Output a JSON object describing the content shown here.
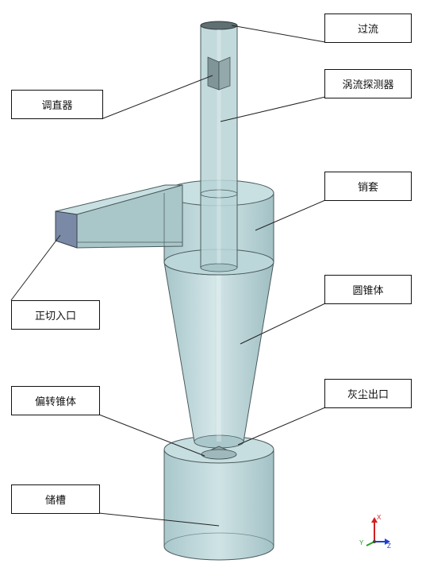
{
  "labels": {
    "guoliu": "过流",
    "tiaozhiqi": "调直器",
    "woliu": "涡流探测器",
    "xiaotao": "销套",
    "zhengqie": "正切入口",
    "yuanzhui": "圆锥体",
    "piandzhuan": "偏转锥体",
    "huichen": "灰尘出口",
    "chucao": "储槽"
  },
  "axes": {
    "x": "X",
    "y": "Y",
    "z": "Z"
  },
  "colors": {
    "body_fill": "#b9d6d9",
    "body_stroke": "#4a5a5c",
    "inlet_face": "#7a8aa6",
    "axis_x": "#d02020",
    "axis_y": "#20a020",
    "axis_z": "#2040d0"
  }
}
